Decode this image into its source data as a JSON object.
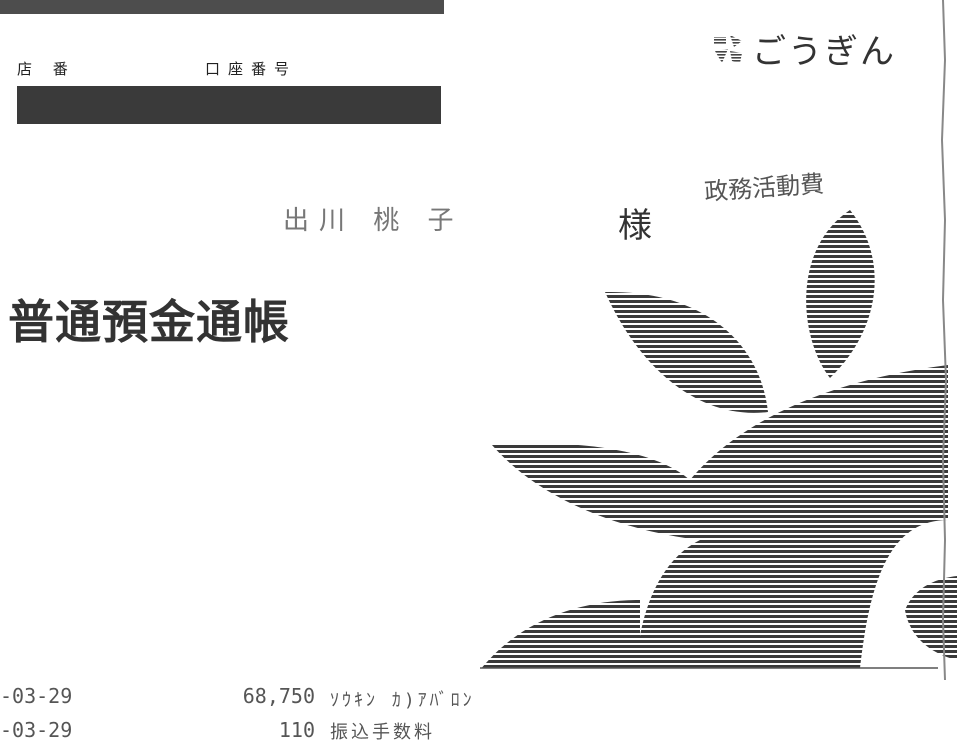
{
  "header": {
    "branch_label": "店 番",
    "account_label": "口座番号"
  },
  "bank": {
    "name": "ごうぎん",
    "logo_icon": "gogin-logo-mark"
  },
  "owner": {
    "name": "出川 桃 子",
    "honorific": "様",
    "handwritten_note": "政務活動費"
  },
  "passbook": {
    "title": "普通預金通帳"
  },
  "transactions": [
    {
      "date": "-03-29",
      "amount": "68,750",
      "description": "ｿｳｷﾝ ｶ)ｱﾊﾞﾛﾝ"
    },
    {
      "date": "-03-29",
      "amount": "110",
      "description": "振込手数料"
    }
  ],
  "colors": {
    "ink": "#333333",
    "stripe": "#3a3a3a",
    "redaction": "#3a3a3a"
  }
}
